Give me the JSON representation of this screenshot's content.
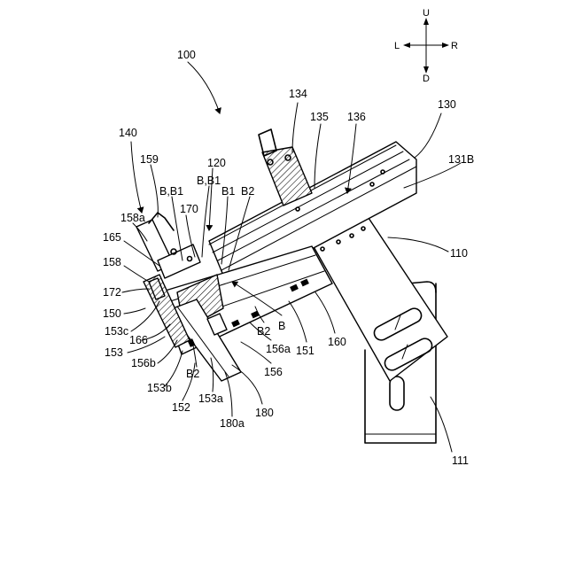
{
  "compass": {
    "up": "U",
    "down": "D",
    "left": "L",
    "right": "R"
  },
  "labels": {
    "l100": "100",
    "l130": "130",
    "l131B": "131B",
    "l134": "134",
    "l135": "135",
    "l136": "136",
    "l140": "140",
    "l159": "159",
    "l120": "120",
    "lBB1a": "B,B1",
    "lBB1b": "B,B1",
    "lB1": "B1",
    "lB2a": "B2",
    "l170": "170",
    "l158a": "158a",
    "l165": "165",
    "l158": "158",
    "l172": "172",
    "l150": "150",
    "l153c": "153c",
    "l166": "166",
    "l153": "153",
    "l156b": "156b",
    "l153b": "153b",
    "l152": "152",
    "lB2b": "B2",
    "l153a": "153a",
    "l180a": "180a",
    "l180": "180",
    "l156": "156",
    "l156a": "156a",
    "lB2c": "B2",
    "lB": "B",
    "l151": "151",
    "l160": "160",
    "l110": "110",
    "l111": "111"
  }
}
